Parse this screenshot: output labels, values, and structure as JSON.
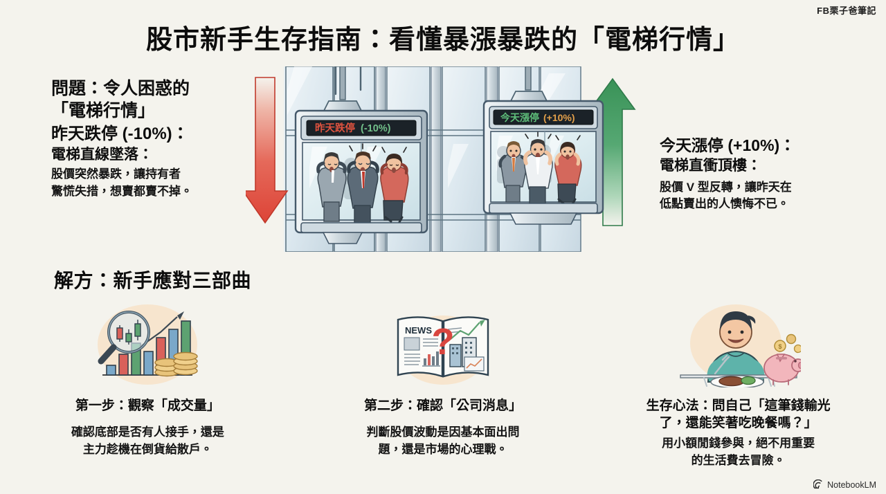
{
  "branding": {
    "top_watermark": "FB栗子爸筆記",
    "bottom_watermark": "NotebookLM",
    "notebook_icon": "notebook-spiral-icon"
  },
  "title": "股市新手生存指南：看懂暴漲暴跌的「電梯行情」",
  "problem": {
    "heading_line1": "問題：令人困惑的",
    "heading_line2": "「電梯行情」",
    "subheading": "昨天跌停 (-10%)：",
    "subheading2": "電梯直線墜落：",
    "body_line1": "股價突然暴跌，讓持有者",
    "body_line2": "驚慌失措，想賣都賣不掉。"
  },
  "upside": {
    "heading": "今天漲停 (+10%)：",
    "subheading": "電梯直衝頂樓：",
    "body_line1": "股價 V 型反轉，讓昨天在",
    "body_line2": "低點賣出的人懊悔不已。"
  },
  "illustration": {
    "left_elevator_display": "昨天跌停 (-10%)",
    "right_elevator_display": "今天漲停 (+10%)",
    "down_arrow_icon": "red-down-arrow-icon",
    "up_arrow_icon": "green-up-arrow-icon",
    "left_elevator_icon": "falling-elevator-panicked-people-icon",
    "right_elevator_icon": "rising-elevator-surprised-people-icon",
    "building_icon": "glass-building-shaft-icon"
  },
  "solution_heading": "解方：新手應對三部曲",
  "steps": [
    {
      "icon": "magnifier-bar-chart-coins-icon",
      "title": "第一步：觀察「成交量」",
      "body_line1": "確認底部是否有人接手，還是",
      "body_line2": "主力趁機在倒貨給散戶。"
    },
    {
      "icon": "newspaper-question-mark-icon",
      "title": "第二步：確認「公司消息」",
      "body_line1": "判斷股價波動是因基本面出問",
      "body_line2": "題，還是市場的心理戰。"
    },
    {
      "icon": "man-eating-dinner-piggy-bank-icon",
      "title_line1": "生存心法：問自己「這筆錢輸光",
      "title_line2": "了，還能笑著吃晚餐嗎？」",
      "body_line1": "用小額閒錢參與，絕不用重要",
      "body_line2": "的生活費去冒險。"
    }
  ],
  "colors": {
    "background": "#f4f3ed",
    "text": "#0d0d0d",
    "down_arrow_red": "#e2483f",
    "up_arrow_green": "#3f9e63",
    "display_red": "#e0533f",
    "display_green": "#5fbf7a",
    "display_orange": "#e3a04a",
    "icon_circle_peach": "#f6e2c8"
  }
}
